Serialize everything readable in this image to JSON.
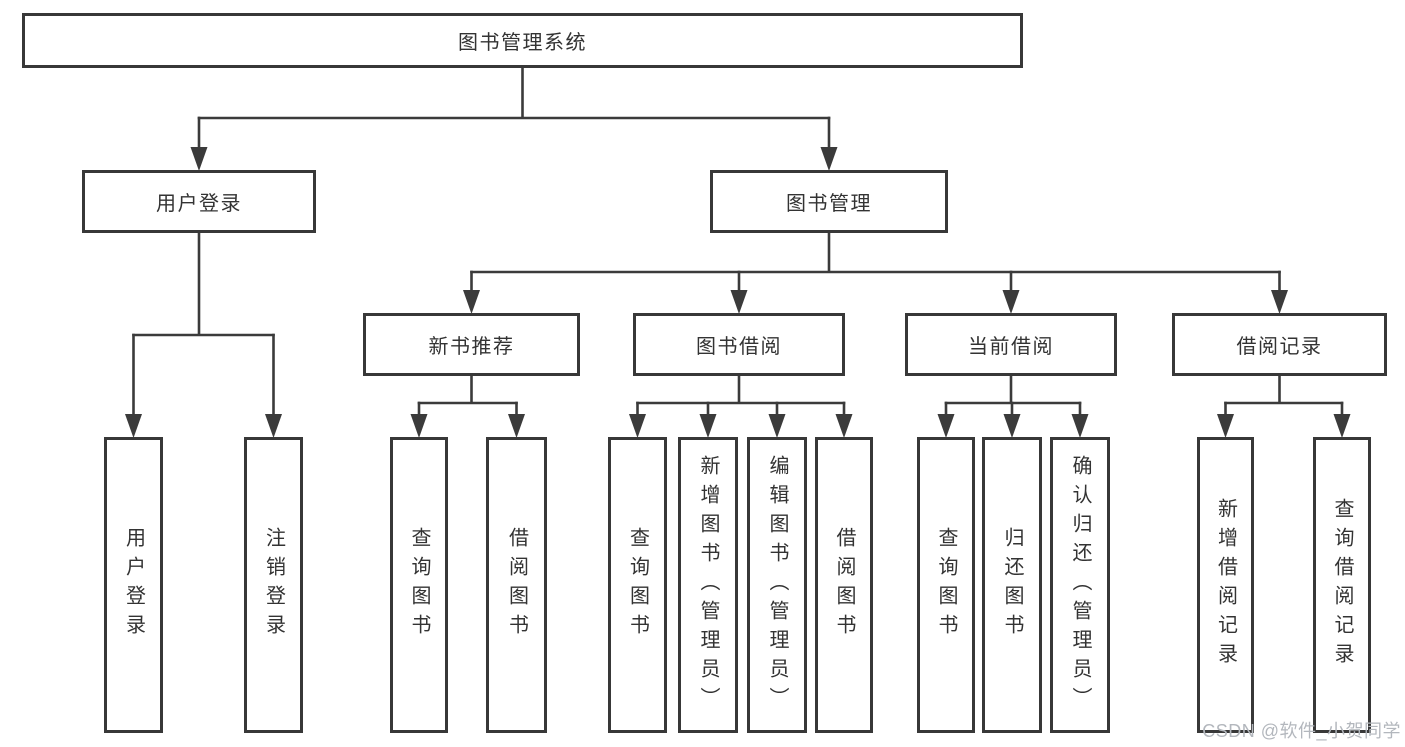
{
  "nodes": {
    "root": {
      "label": "图书管理系统"
    },
    "login": {
      "label": "用户登录"
    },
    "mgmt": {
      "label": "图书管理"
    },
    "recommend": {
      "label": "新书推荐"
    },
    "borrow": {
      "label": "图书借阅"
    },
    "current": {
      "label": "当前借阅"
    },
    "records": {
      "label": "借阅记录"
    },
    "user_login": {
      "label": "用户登录"
    },
    "logout": {
      "label": "注销登录"
    },
    "rec_query": {
      "label": "查询图书"
    },
    "rec_borrow": {
      "label": "借阅图书"
    },
    "bor_query": {
      "label": "查询图书"
    },
    "bor_add": {
      "label": "新增图书（管理员）"
    },
    "bor_edit": {
      "label": "编辑图书（管理员）"
    },
    "bor_borrow": {
      "label": "借阅图书"
    },
    "cur_query": {
      "label": "查询图书"
    },
    "cur_return": {
      "label": "归还图书"
    },
    "cur_confirm": {
      "label": "确认归还（管理员）"
    },
    "rec_add": {
      "label": "新增借阅记录"
    },
    "rec_q": {
      "label": "查询借阅记录"
    }
  },
  "watermark": {
    "text": "CSDN @软件_小贺同学"
  },
  "colors": {
    "line": "#3b3b3b",
    "box_border": "#383838",
    "text": "#333333",
    "watermark": "#b3b7bd",
    "background": "#ffffff"
  }
}
